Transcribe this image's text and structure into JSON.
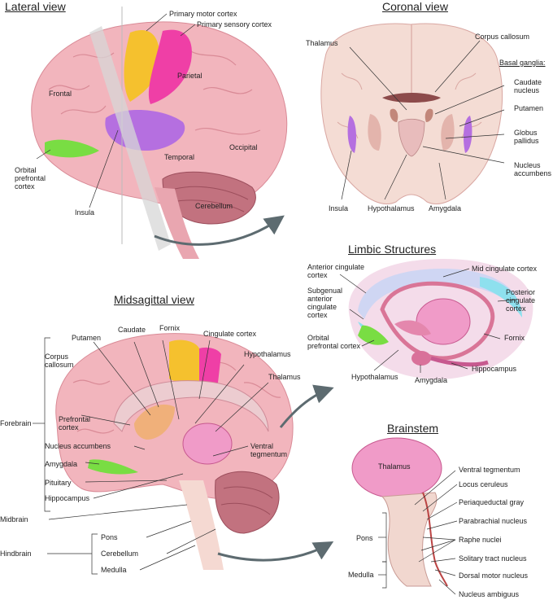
{
  "lateral": {
    "title": "Lateral view",
    "frontal": "Frontal",
    "primary_motor": "Primary motor cortex",
    "primary_sensory": "Primary sensory cortex",
    "parietal": "Parietal",
    "occipital": "Occipital",
    "temporal": "Temporal",
    "cerebellum": "Cerebellum",
    "orbital1": "Orbital",
    "orbital2": "prefrontal",
    "orbital3": "cortex",
    "insula": "Insula"
  },
  "coronal": {
    "title": "Coronal view",
    "thalamus": "Thalamus",
    "corpus_callosum": "Corpus callosum",
    "basal_ganglia": "Basal ganglia:",
    "caudate1": "Caudate",
    "caudate2": "nucleus",
    "putamen": "Putamen",
    "globus1": "Globus",
    "globus2": "pallidus",
    "nucleus_acc1": "Nucleus",
    "nucleus_acc2": "accumbens",
    "insula": "Insula",
    "hypothalamus": "Hypothalamus",
    "amygdala": "Amygdala"
  },
  "limbic": {
    "title": "Limbic Structures",
    "anterior1": "Anterior cingulate",
    "anterior2": "cortex",
    "mid_cingulate": "Mid cingulate cortex",
    "subgenual1": "Subgenual",
    "subgenual2": "anterior",
    "subgenual3": "cingulate",
    "subgenual4": "cortex",
    "posterior1": "Posterior",
    "posterior2": "cingulate",
    "posterior3": "cortex",
    "orbital1": "Orbital",
    "orbital2": "prefrontal cortex",
    "fornix": "Fornix",
    "hypothalamus": "Hypothalamus",
    "amygdala": "Amygdala",
    "hippocampus": "Hippocampus"
  },
  "midsagittal": {
    "title": "Midsagittal view",
    "putamen": "Putamen",
    "caudate": "Caudate",
    "fornix": "Fornix",
    "cingulate": "Cingulate cortex",
    "hypothalamus": "Hypothalamus",
    "corpus1": "Corpus",
    "corpus2": "callosum",
    "thalamus": "Thalamus",
    "forebrain": "Forebrain",
    "prefrontal1": "Prefrontal",
    "prefrontal2": "cortex",
    "nucleus_acc": "Nucleus accumbens",
    "ventral1": "Ventral",
    "ventral2": "tegmentum",
    "amygdala": "Amygdala",
    "pituitary": "Pituitary",
    "hippocampus": "Hippocampus",
    "midbrain": "Midbrain",
    "hindbrain": "Hindbrain",
    "pons": "Pons",
    "cerebellum": "Cerebellum",
    "medulla": "Medulla"
  },
  "brainstem": {
    "title": "Brainstem",
    "thalamus": "Thalamus",
    "ventral_tegmentum": "Ventral tegmentum",
    "locus": "Locus ceruleus",
    "periaqueductal": "Periaqueductal gray",
    "parabrachial": "Parabrachial nucleus",
    "pons": "Pons",
    "raphe": "Raphe nuclei",
    "medulla": "Medulla",
    "solitary": "Solitary tract nucleus",
    "dorsal_motor": "Dorsal motor nucleus",
    "ambiguus": "Nucleus ambiguus"
  },
  "colors": {
    "brain_pink": "#f2b5bd",
    "motor_yellow": "#f5c12e",
    "sensory_magenta": "#ef3fa6",
    "insula_purple": "#b56fe0",
    "orbital_green": "#79dd43",
    "cingulate_cyan": "#8ee0ee",
    "arrow_gray": "#5d6b70"
  }
}
